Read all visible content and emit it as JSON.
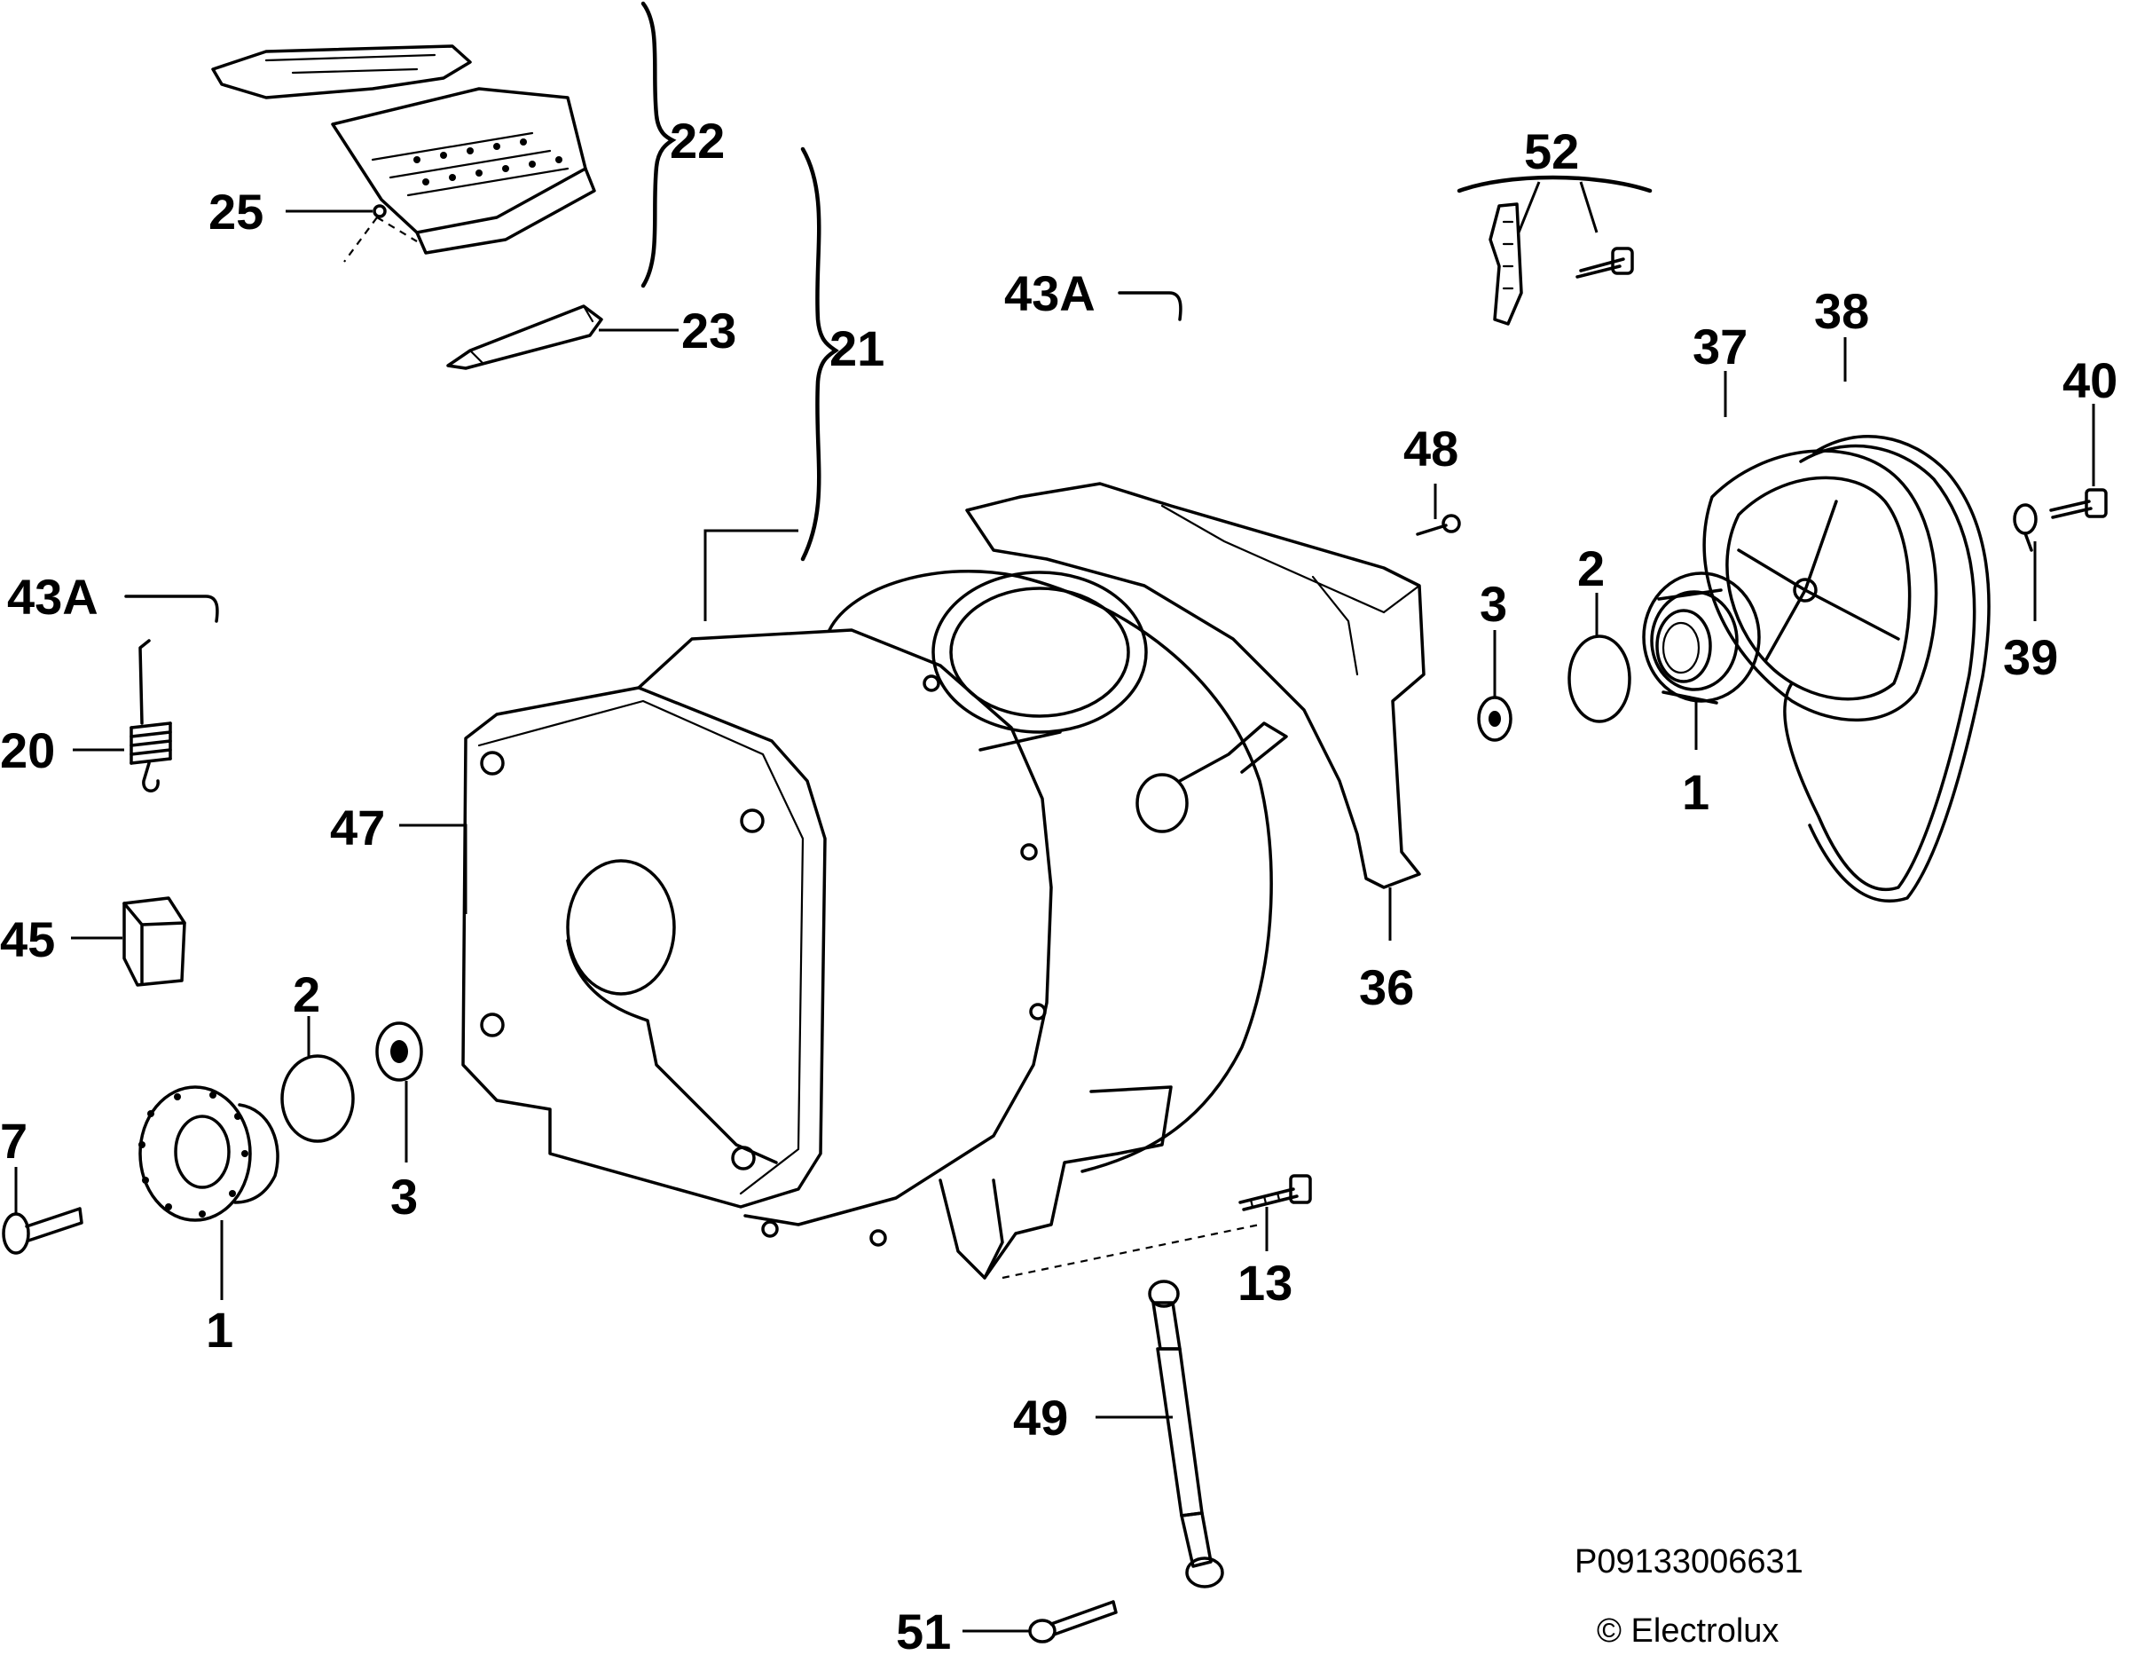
{
  "callouts": {
    "c22": "22",
    "c25": "25",
    "c23": "23",
    "c21": "21",
    "c43a_top": "43A",
    "c52": "52",
    "c38": "38",
    "c37": "37",
    "c40": "40",
    "c48": "48",
    "c3_right": "3",
    "c2_right": "2",
    "c39": "39",
    "c1_right": "1",
    "c36": "36",
    "c43a_left": "43A",
    "c20": "20",
    "c47": "47",
    "c45": "45",
    "c2_left": "2",
    "c3_left": "3",
    "c7": "7",
    "c1_left": "1",
    "c13": "13",
    "c49": "49",
    "c51": "51"
  },
  "footer": {
    "code": "P09133006631",
    "copyright": "© Electrolux"
  }
}
